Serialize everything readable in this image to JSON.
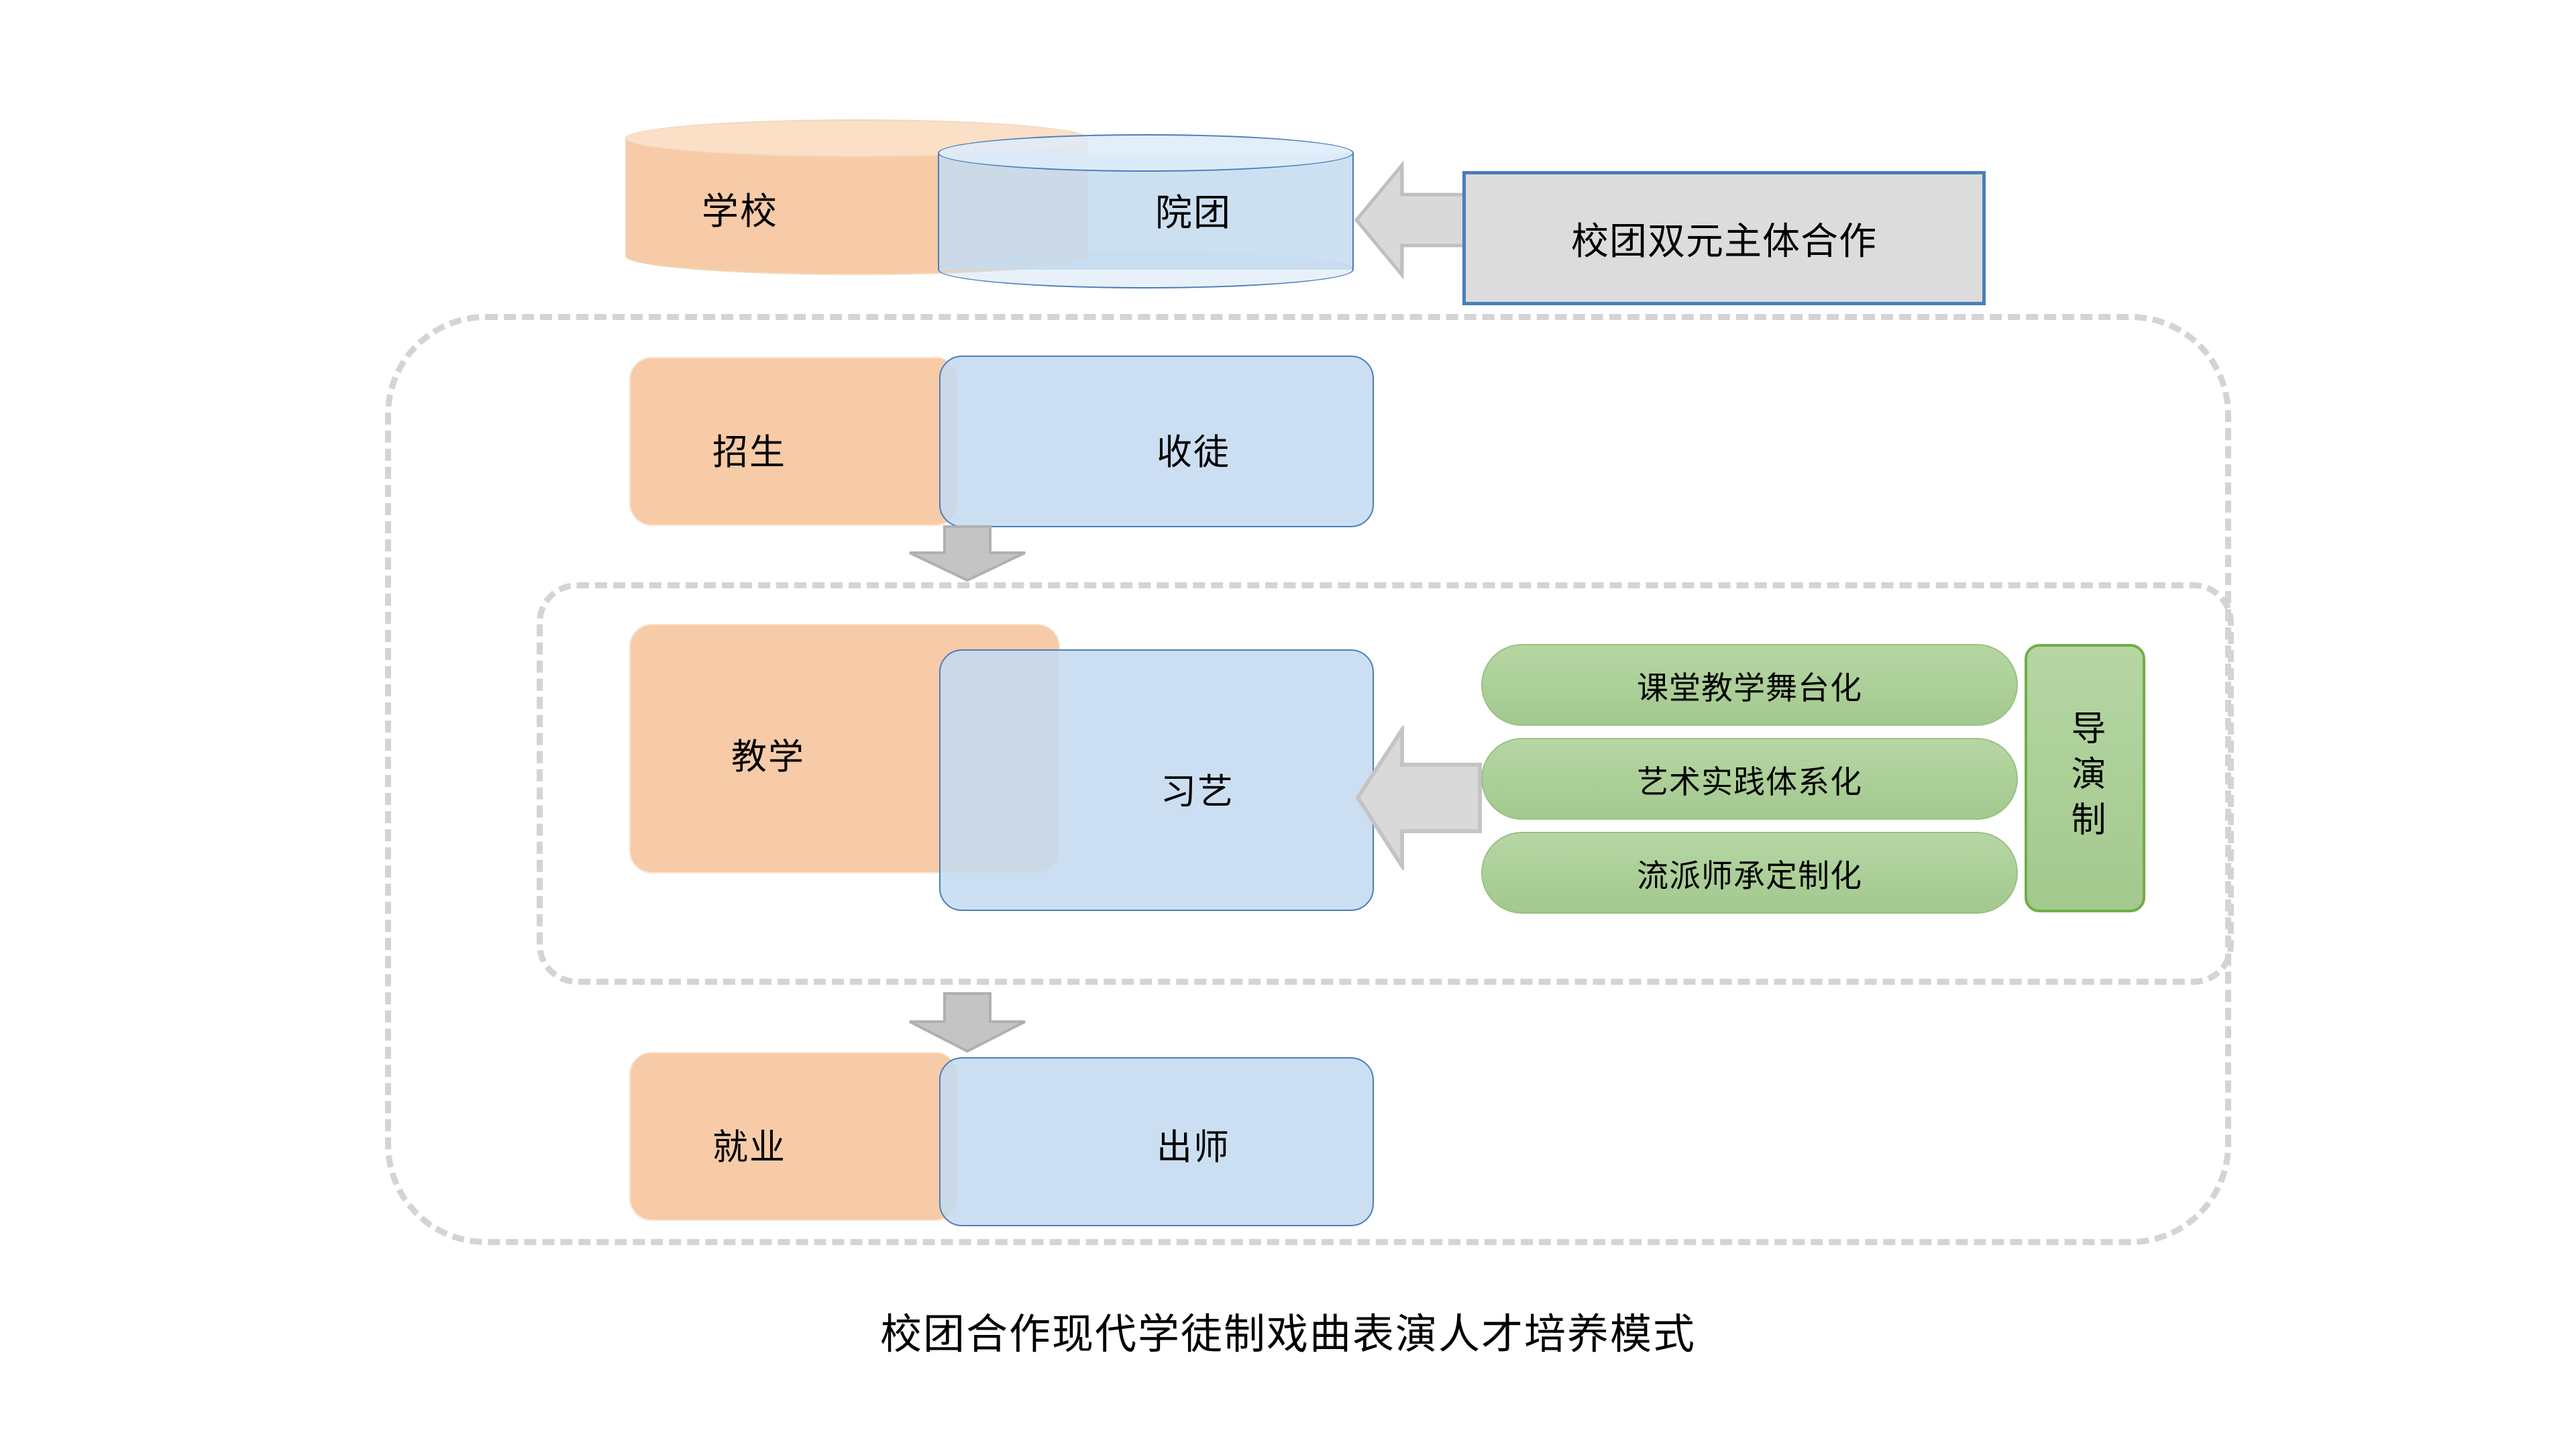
{
  "diagram": {
    "caption": "校团合作现代学徒制戏曲表演人才培养模式",
    "colors": {
      "school_orange": "#F7CBA7",
      "troupe_blue": "#C5DBF0",
      "troupe_blue_stroke": "#4A7EBB",
      "green_pill": "#A9CE96",
      "green_pill_stroke": "#70AD47",
      "arrow_gray": "#D4D4D4",
      "callout_gray": "#DCDCDC",
      "dashed_gray": "#D4D4D4"
    },
    "top_row": {
      "school_cylinder_label": "学校",
      "troupe_cylinder_label": "院团",
      "callout_label": "校团双元主体合作"
    },
    "stages": [
      {
        "id": "recruit",
        "school_label": "招生",
        "troupe_label": "收徒"
      },
      {
        "id": "teach",
        "school_label": "教学",
        "troupe_label": "习艺"
      },
      {
        "id": "employ",
        "school_label": "就业",
        "troupe_label": "出师"
      }
    ],
    "teaching_methods": [
      "课堂教学舞台化",
      "艺术实践体系化",
      "流派师承定制化"
    ],
    "director_system_label": "导演制"
  }
}
